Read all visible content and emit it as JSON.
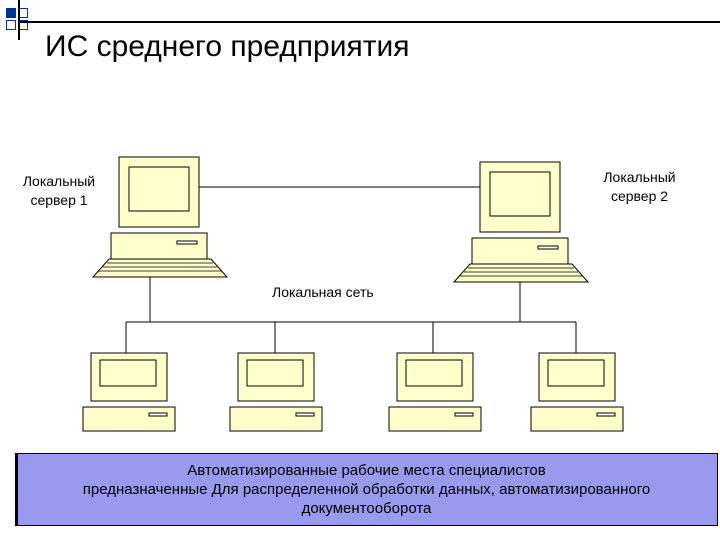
{
  "title": "ИС среднего предприятия",
  "servers": [
    {
      "label_line1": "Локальный",
      "label_line2": "сервер 1"
    },
    {
      "label_line1": "Локальный",
      "label_line2": "сервер 2"
    }
  ],
  "network_label": "Локальная сеть",
  "workstations_description": {
    "line1": "Автоматизированные рабочие места специалистов",
    "line2": "предназначенные Для распределенной обработки данных, автоматизированного",
    "line3": "документооборота"
  },
  "colors": {
    "computer_fill": "#ffffcc",
    "box_fill": "#9999ee",
    "accent_square": "#003399"
  }
}
